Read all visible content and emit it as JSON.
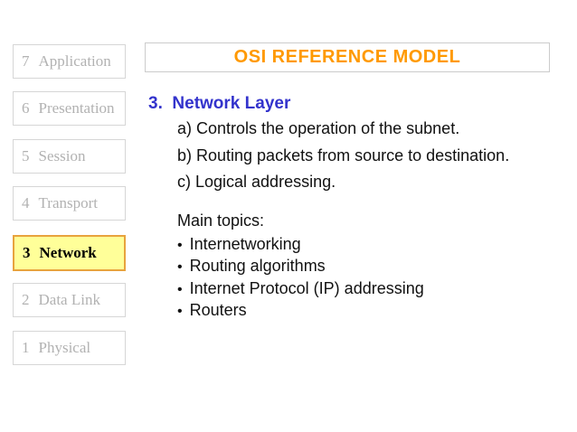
{
  "header": {
    "title": "OSI REFERENCE MODEL",
    "title_color": "#FF9900"
  },
  "sidebar": {
    "layers": [
      {
        "number": "7",
        "label": "Application",
        "active": false
      },
      {
        "number": "6",
        "label": "Presentation",
        "active": false
      },
      {
        "number": "5",
        "label": "Session",
        "active": false
      },
      {
        "number": "4",
        "label": "Transport",
        "active": false
      },
      {
        "number": "3",
        "label": "Network",
        "active": true
      },
      {
        "number": "2",
        "label": "Data Link",
        "active": false
      },
      {
        "number": "1",
        "label": "Physical",
        "active": false
      }
    ],
    "active_bg": "#FFFF99",
    "active_border": "#E8A33D",
    "inactive_text_color": "#B2B2B2",
    "inactive_border_color": "#D6D6D6"
  },
  "content": {
    "heading": "3.  Network Layer",
    "heading_color": "#3333CC",
    "points": [
      "a) Controls the operation of the subnet.",
      "b) Routing packets from source to destination.",
      "c) Logical addressing."
    ],
    "subheading": "Main topics:",
    "bullet_char": "•",
    "bullets": [
      "Internetworking",
      "Routing algorithms",
      "Internet Protocol (IP) addressing",
      "Routers"
    ]
  }
}
